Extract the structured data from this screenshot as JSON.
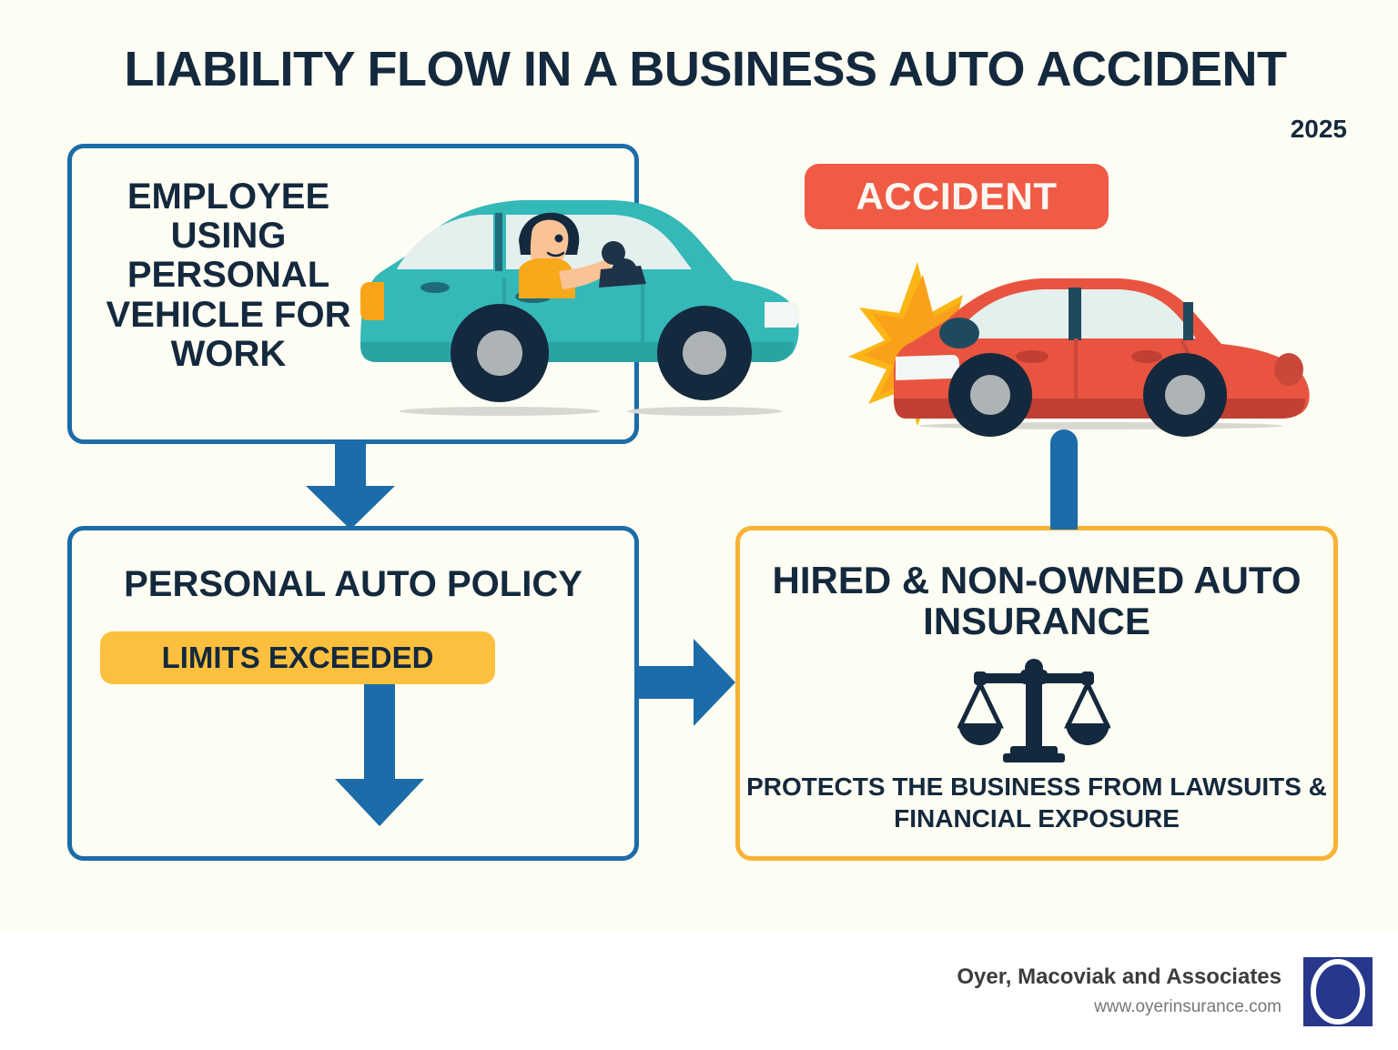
{
  "page": {
    "title": "LIABILITY FLOW IN A BUSINESS AUTO ACCIDENT",
    "year": "2025",
    "background_color": "#fdfdf3",
    "text_color": "#14293d"
  },
  "flow": {
    "step1": {
      "label": "EMPLOYEE USING PERSONAL VEHICLE FOR WORK",
      "border_color": "#1b6ca8",
      "illustration": "teal-car-with-driver"
    },
    "accident": {
      "label": "ACCIDENT",
      "badge_color": "#ef5b45",
      "badge_text_color": "#fdf7f2",
      "illustration": "red-car-crash-burst"
    },
    "step2": {
      "heading": "PERSONAL AUTO POLICY",
      "pill_label": "LIMITS EXCEEDED",
      "pill_color": "#fcc03e",
      "border_color": "#1b6ca8"
    },
    "step3": {
      "heading": "HIRED & NON-OWNED AUTO INSURANCE",
      "subtext": "PROTECTS THE BUSINESS FROM LAWSUITS & FINANCIAL EXPOSURE",
      "border_color": "#f9b233",
      "icon": "scales-of-justice-icon"
    },
    "connectors": {
      "arrow_color": "#1b6ca8"
    }
  },
  "footer": {
    "company": "Oyer, Macoviak and Associates",
    "url": "www.oyerinsurance.com",
    "logo_color": "#27388c"
  }
}
